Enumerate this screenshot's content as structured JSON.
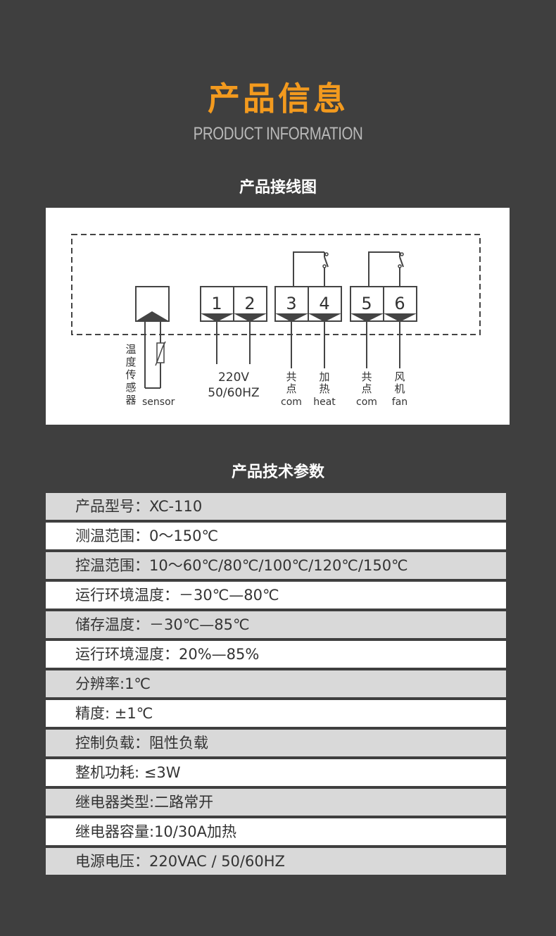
{
  "header": {
    "title": "产品信息",
    "subtitle": "PRODUCT INFORMATION"
  },
  "wiring": {
    "title": "产品接线图",
    "sensor_chars": [
      "温",
      "度",
      "传",
      "感",
      "器"
    ],
    "sensor_en": "sensor",
    "terminals": [
      "1",
      "2",
      "3",
      "4",
      "5",
      "6"
    ],
    "power_voltage": "220V",
    "power_freq": "50/60HZ",
    "labels": [
      {
        "cn": [
          "共",
          "点"
        ],
        "en": "com"
      },
      {
        "cn": [
          "加",
          "热"
        ],
        "en": "heat"
      },
      {
        "cn": [
          "共",
          "点"
        ],
        "en": "com"
      },
      {
        "cn": [
          "风",
          "机"
        ],
        "en": "fan"
      }
    ]
  },
  "specs": {
    "title": "产品技术参数",
    "rows": [
      "产品型号：XC-110",
      "测温范围：0～150℃",
      "控温范围：10～60℃/80℃/100℃/120℃/150℃",
      "运行环境温度：－30℃—80℃",
      "储存温度：－30℃—85℃",
      "运行环境湿度：20%—85%",
      "分辨率:1℃",
      "精度: ±1℃",
      "控制负载：阻性负载",
      "整机功耗: ≤3W",
      "继电器类型:二路常开",
      "继电器容量:10/30A加热",
      "电源电压：220VAC / 50/60HZ"
    ]
  }
}
